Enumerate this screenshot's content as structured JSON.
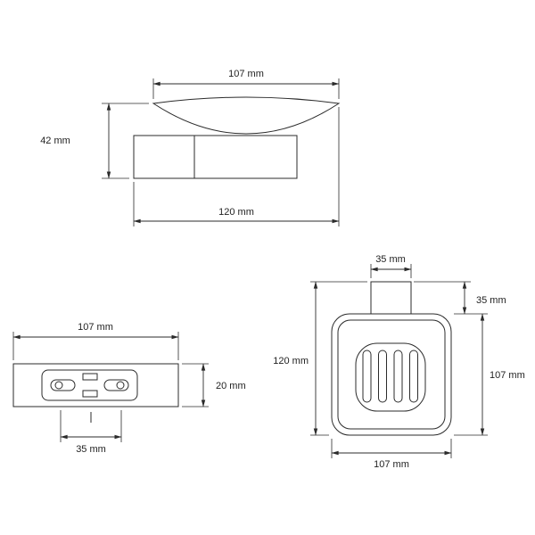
{
  "page": {
    "title": "Soap dish technical drawing",
    "colors": {
      "background": "#ffffff",
      "line": "#2b2b2b",
      "text": "#1f1f1f"
    }
  },
  "side_view": {
    "top_width_label": "107 mm",
    "height_label": "42 mm",
    "depth_label": "120 mm"
  },
  "front_view": {
    "width_label": "107 mm",
    "height_label": "20 mm",
    "holes_label": "35 mm"
  },
  "plan_view": {
    "tab_width_label": "35 mm",
    "tab_depth_label": "35 mm",
    "total_depth_label": "120 mm",
    "depth_label": "107 mm",
    "width_label": "107 mm"
  }
}
